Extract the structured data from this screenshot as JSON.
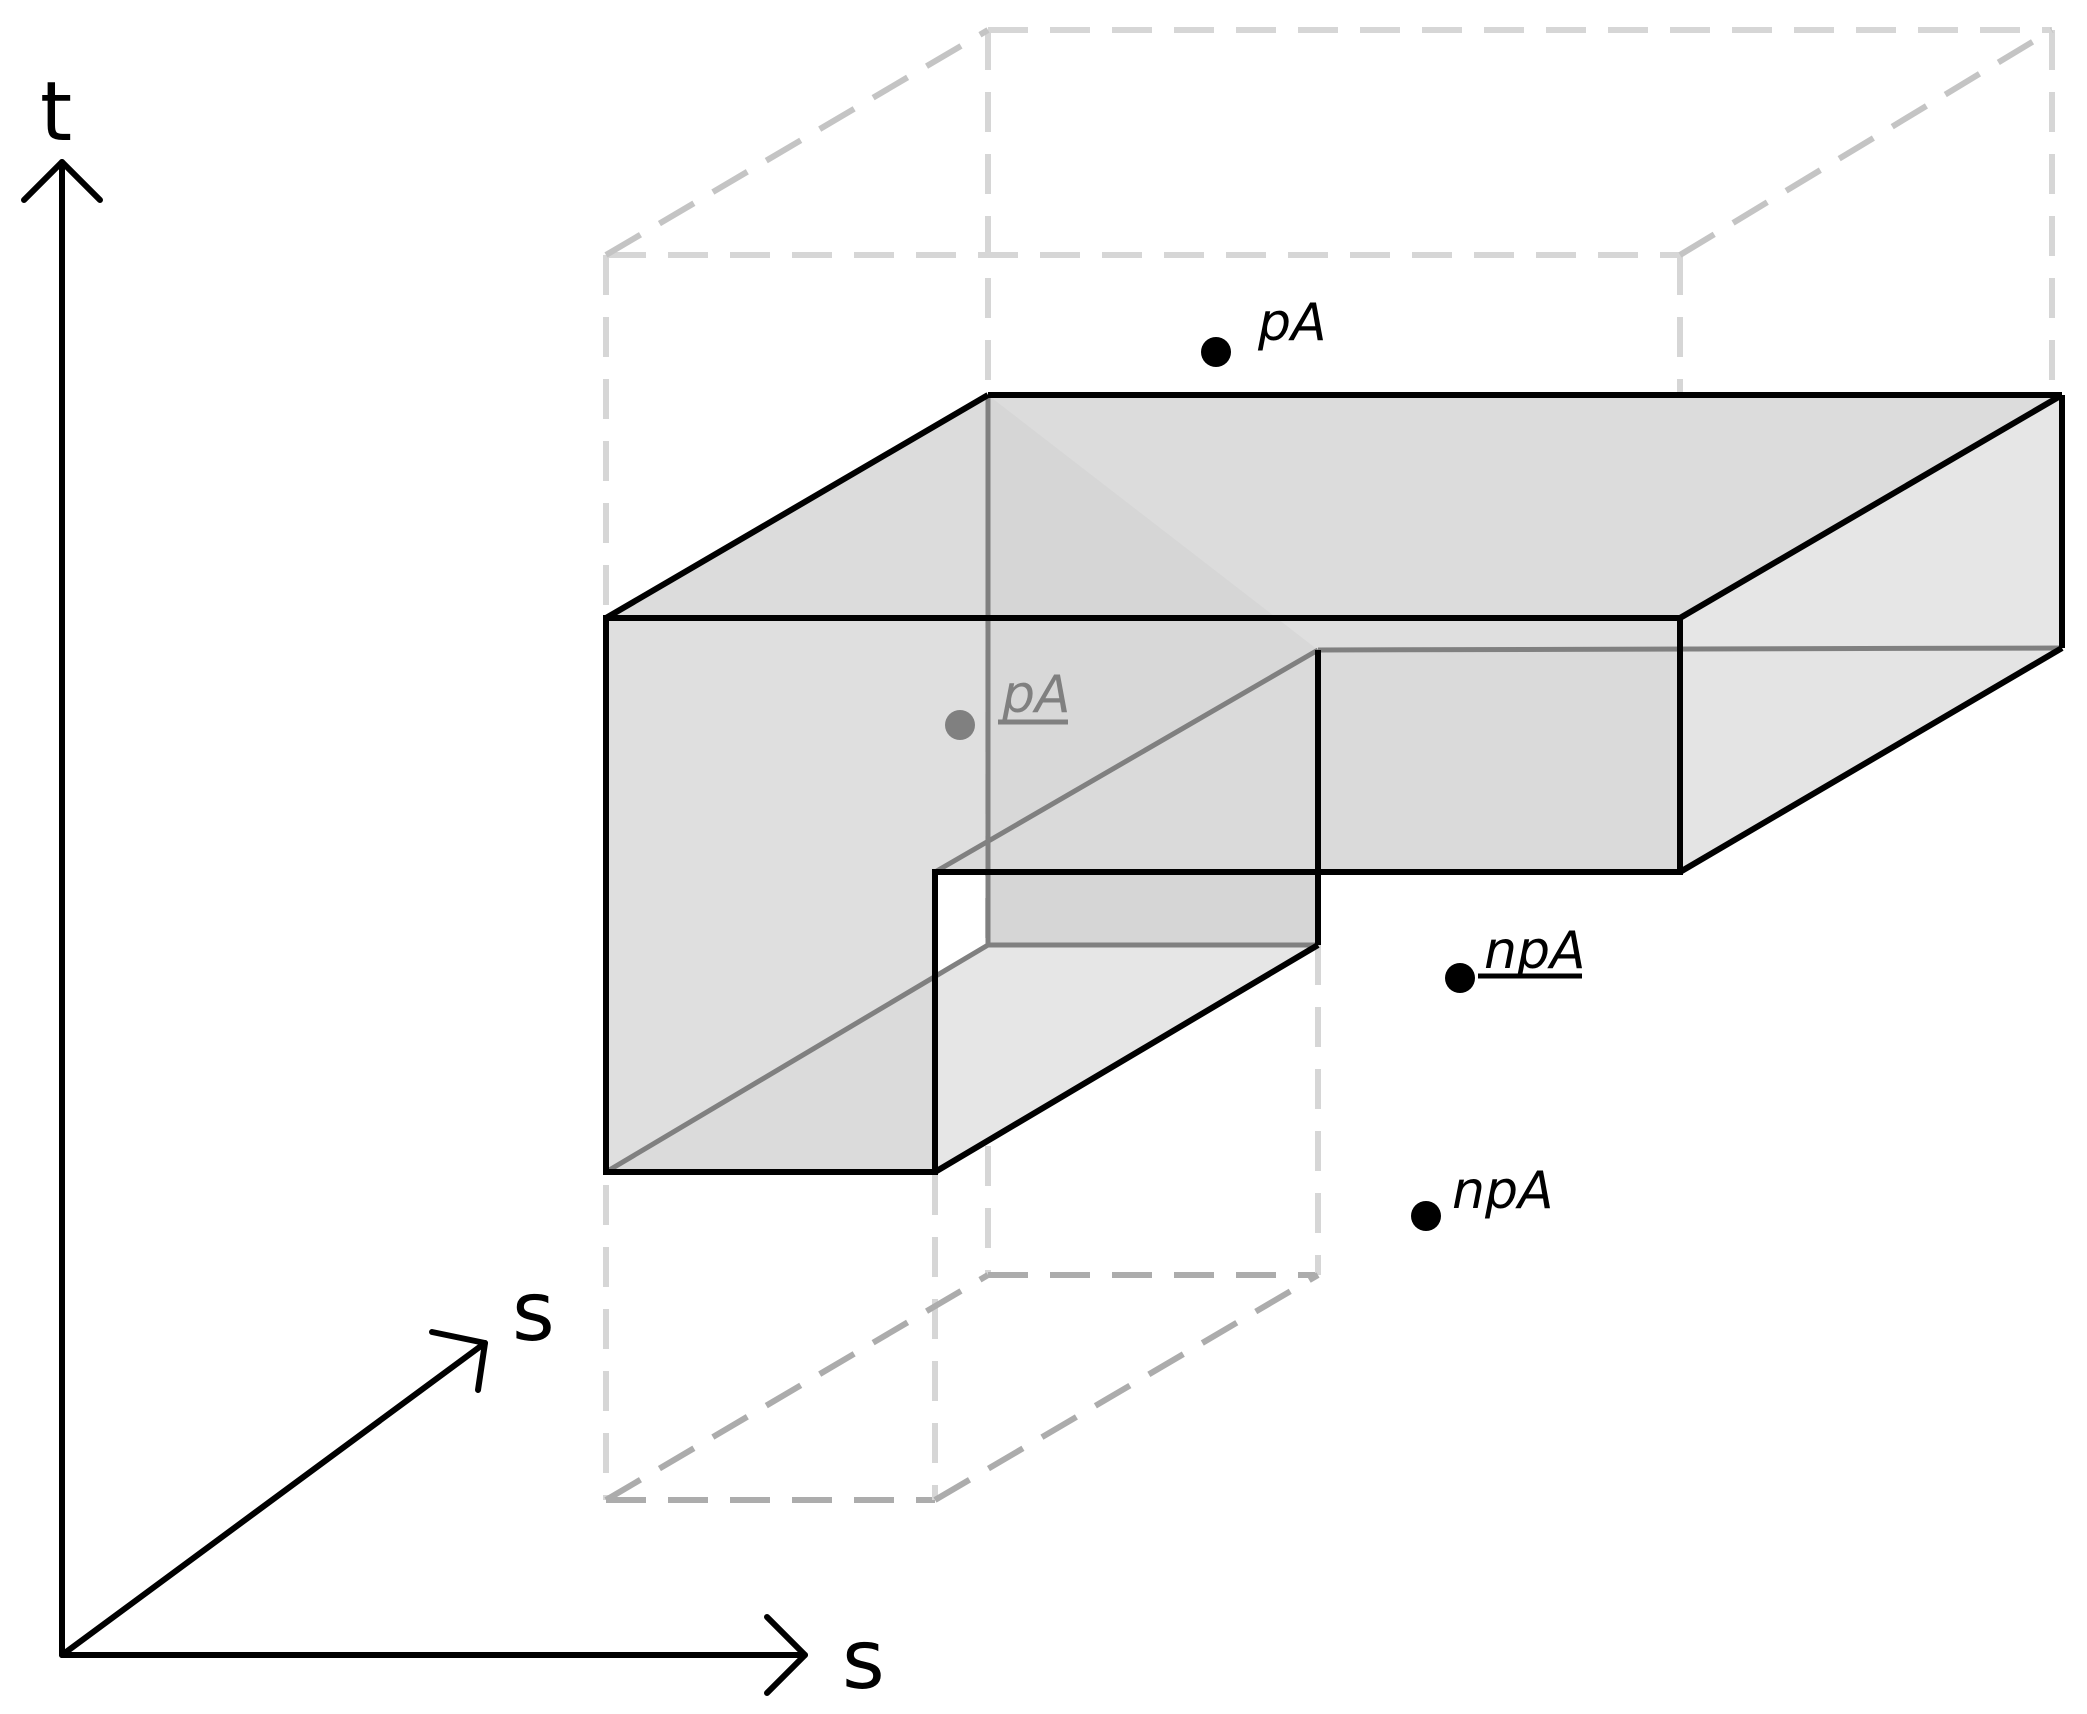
{
  "axes": {
    "vertical": "t",
    "depth": "s",
    "horizontal": "s"
  },
  "points": [
    {
      "label": "pA",
      "underlined": false,
      "color": "#000000"
    },
    {
      "label": "pA",
      "underlined": true,
      "color": "#808080"
    },
    {
      "label": "npA",
      "underlined": true,
      "color": "#000000"
    },
    {
      "label": "npA",
      "underlined": false,
      "color": "#000000"
    }
  ],
  "colors": {
    "solid_front": "#d8d8d8",
    "solid_top": "#dcdcdc",
    "solid_side": "#e6e6e6",
    "bounding_box_dashes": "#c8c8c8"
  }
}
